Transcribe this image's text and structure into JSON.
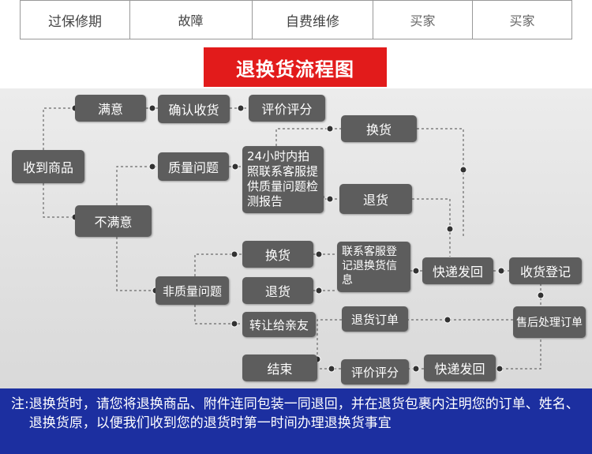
{
  "table": {
    "row": [
      "过保修期",
      "故障",
      "自费维修",
      "买家",
      "买家"
    ]
  },
  "title": "退换货流程图",
  "flow": {
    "receive": "收到商品",
    "satisfied": "满意",
    "confirm": "确认收货",
    "review_top": "评价评分",
    "unsatisfied": "不满意",
    "quality": "质量问题",
    "contact24": "24小时内拍照联系客服提供质量问题检测报告",
    "exchange_top": "换货",
    "return_top": "退货",
    "non_quality": "非质量问题",
    "exchange_mid": "换货",
    "return_mid": "退货",
    "transfer": "转让给亲友",
    "register_cs": "联系客服登记退换货信息",
    "express1": "快递发回",
    "receive_reg": "收货登记",
    "refund_order": "退货订单",
    "aftersale": "售后处理订单",
    "end": "结束",
    "review_bottom": "评价评分",
    "express2": "快递发回"
  },
  "note": {
    "label": "注:",
    "text": "退换货时，请您将退换商品、附件连同包装一同退回，并在退货包裹内注明您的订单、姓名、退换货原，以便我们收到您的退货时第一时间办理退换货事宜"
  },
  "colors": {
    "title_bg": "#e21b1b",
    "box_bg": "#5d5d5d",
    "note_bg": "#1c2fa0"
  }
}
